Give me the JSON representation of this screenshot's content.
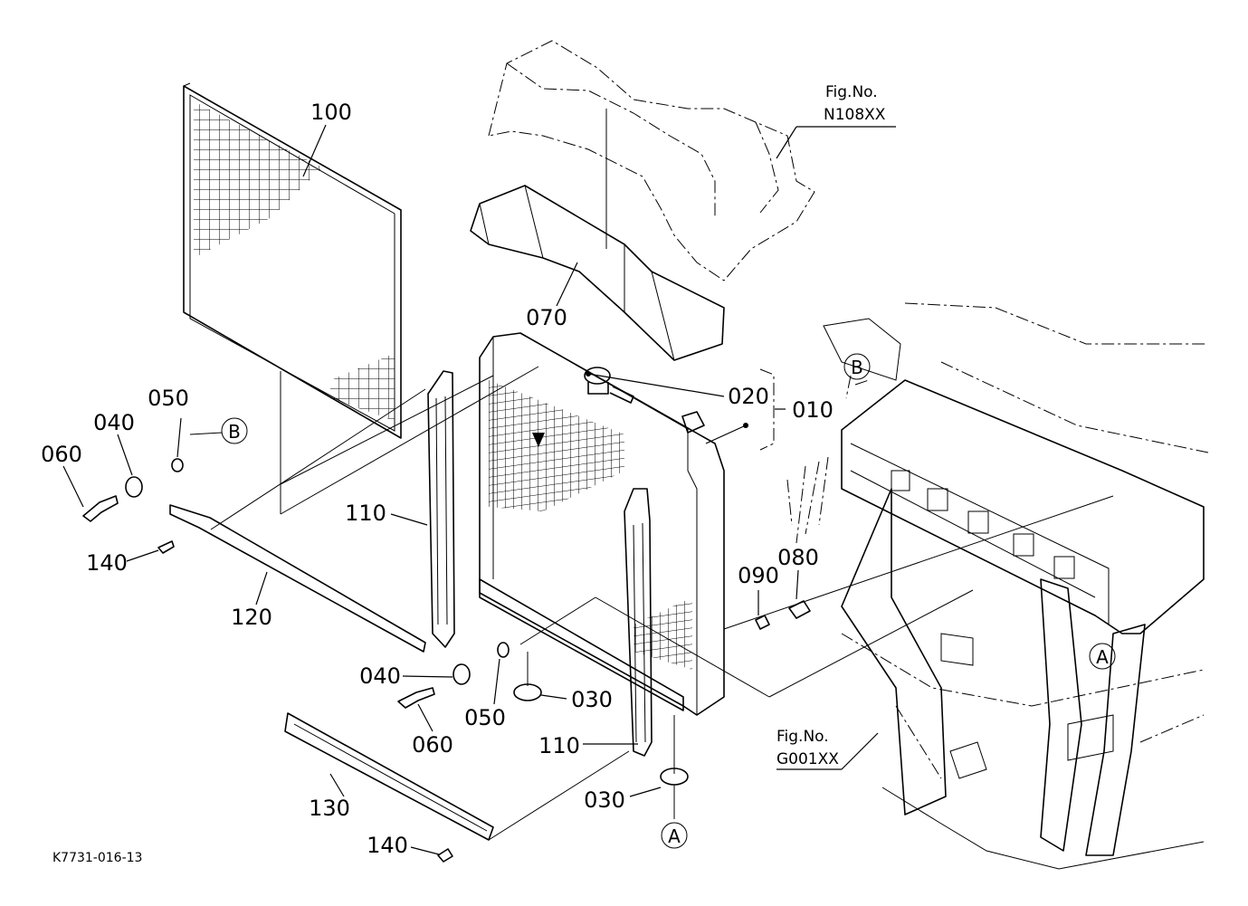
{
  "diagram": {
    "document_id": "K7731-016-13",
    "figure_refs": [
      {
        "fig_label": "Fig.No.",
        "fig_number": "N108XX"
      },
      {
        "fig_label": "Fig.No.",
        "fig_number": "G001XX"
      }
    ],
    "callouts": [
      {
        "code": "100"
      },
      {
        "code": "070"
      },
      {
        "code": "020"
      },
      {
        "code": "010"
      },
      {
        "code": "050"
      },
      {
        "code": "040"
      },
      {
        "code": "060"
      },
      {
        "code": "140"
      },
      {
        "code": "110"
      },
      {
        "code": "120"
      },
      {
        "code": "090"
      },
      {
        "code": "080"
      },
      {
        "code": "040"
      },
      {
        "code": "060"
      },
      {
        "code": "050"
      },
      {
        "code": "030"
      },
      {
        "code": "110"
      },
      {
        "code": "030"
      },
      {
        "code": "130"
      },
      {
        "code": "140"
      }
    ],
    "reference_marks": [
      {
        "letter": "B"
      },
      {
        "letter": "B"
      },
      {
        "letter": "A"
      },
      {
        "letter": "A"
      }
    ]
  }
}
